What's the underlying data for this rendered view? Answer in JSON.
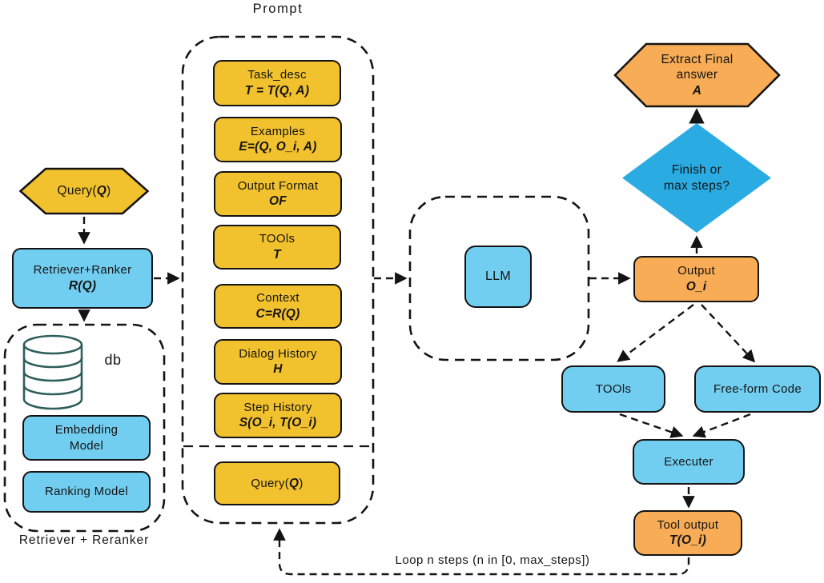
{
  "palette": {
    "yellow": "#F2C12E",
    "light_blue": "#72CEF0",
    "bright_blue": "#2AACE3",
    "orange": "#F8AC55",
    "outline": "#141414",
    "db_outline": "#2E5F5C",
    "background": "#FFFFFF"
  },
  "captions": {
    "prompt_title": "Prompt",
    "db_label": "db",
    "retriever_caption": "Retriever + Reranker",
    "loop_label": "Loop n steps (n in [0, max_steps])"
  },
  "left": {
    "query_hexagon": {
      "pre": "Query(",
      "var": "Q",
      "post": ")"
    },
    "retriever": {
      "title": "Retriever+Ranker",
      "formula": "R(Q)"
    },
    "embedding": {
      "label": "Embedding Model"
    },
    "ranking": {
      "label": "Ranking Model"
    }
  },
  "prompt": {
    "boxes": [
      {
        "title": "Task_desc",
        "formula": "T = T(Q, A)"
      },
      {
        "title": "Examples",
        "formula": "E=(Q, O_i, A)"
      },
      {
        "title": "Output Format",
        "formula": "OF"
      },
      {
        "title": "TOOls",
        "formula": "T"
      },
      {
        "title": "Context",
        "formula": "C=R(Q)"
      },
      {
        "title": "Dialog History",
        "formula": "H"
      },
      {
        "title": "Step History",
        "formula": "S(O_i, T(O_i)"
      }
    ],
    "query_box": {
      "pre": "Query(",
      "var": "Q",
      "post": ")"
    }
  },
  "center": {
    "llm": "LLM"
  },
  "right": {
    "output": {
      "title": "Output",
      "formula": "O_i"
    },
    "diamond": {
      "line1": "Finish or",
      "line2": "max steps?"
    },
    "final_hexagon": {
      "line1": "Extract Final",
      "line2": "answer",
      "formula": "A"
    },
    "tools": "TOOls",
    "freeform": "Free-form Code",
    "executer": "Executer",
    "tool_output": {
      "title": "Tool output",
      "formula": "T(O_i)"
    }
  }
}
